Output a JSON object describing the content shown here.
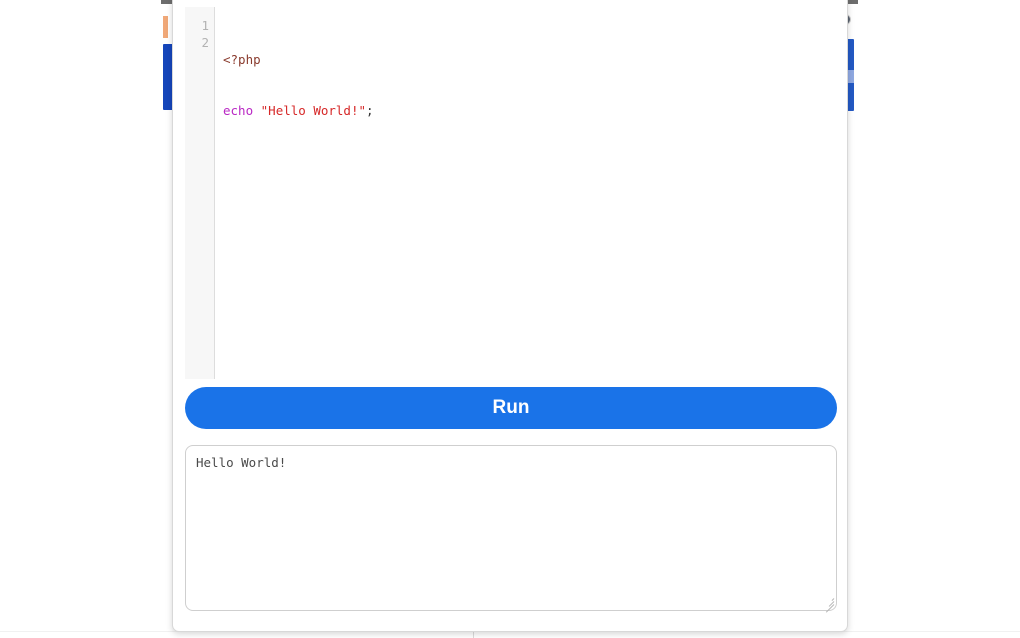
{
  "app": {
    "accent_color": "#1a73e8",
    "card_background": "#ffffff",
    "page_background": "#ffffff"
  },
  "editor": {
    "name": "php-code-editor",
    "language": "php",
    "line_numbers": [
      "1",
      "2"
    ],
    "lines": [
      {
        "number": "1",
        "tokens": [
          {
            "text": "<?php",
            "type": "tag",
            "color": "#8a3b2e"
          }
        ]
      },
      {
        "number": "2",
        "tokens": [
          {
            "text": "echo",
            "type": "keyword",
            "color": "#b928c4"
          },
          {
            "text": " ",
            "type": "plain",
            "color": "#333333"
          },
          {
            "text": "\"Hello World!\"",
            "type": "string",
            "color": "#d62828"
          },
          {
            "text": ";",
            "type": "punctuation",
            "color": "#333333"
          }
        ]
      }
    ],
    "plain_text": "<?php\necho \"Hello World!\";"
  },
  "run_button": {
    "label": "Run",
    "color": "#1a73e8",
    "text_color": "#ffffff"
  },
  "output": {
    "name": "output-console",
    "value": "Hello World!",
    "placeholder": ""
  },
  "background": {
    "left_bar_color": "#1546bb",
    "right_bar_color": "#2359c4",
    "right_bar_highlight_color": "#8fa9e2",
    "orange_sliver_color": "#f0a878",
    "top_bar_color": "#6d6d6d"
  }
}
